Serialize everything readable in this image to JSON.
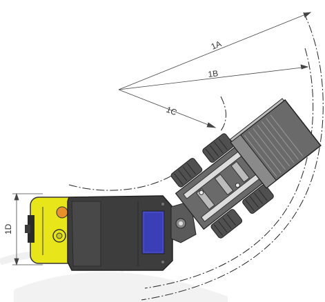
{
  "labels": {
    "radius_outer": "1A",
    "radius_middle": "1B",
    "radius_inner": "1C",
    "width": "1D"
  },
  "colors": {
    "line": "#444444",
    "body_dark": "#3d3d3d",
    "body_mid": "#5a5a5a",
    "body_light": "#8a8a8a",
    "rear_yellow": "#e8e61a",
    "orange_cap": "#e8902a",
    "panel_blue": "#3a3fb8",
    "bucket": "#6a6a6a",
    "watermark": "#f0f0f0"
  },
  "icons": {
    "watermark": "watermark-swoosh-icon"
  }
}
